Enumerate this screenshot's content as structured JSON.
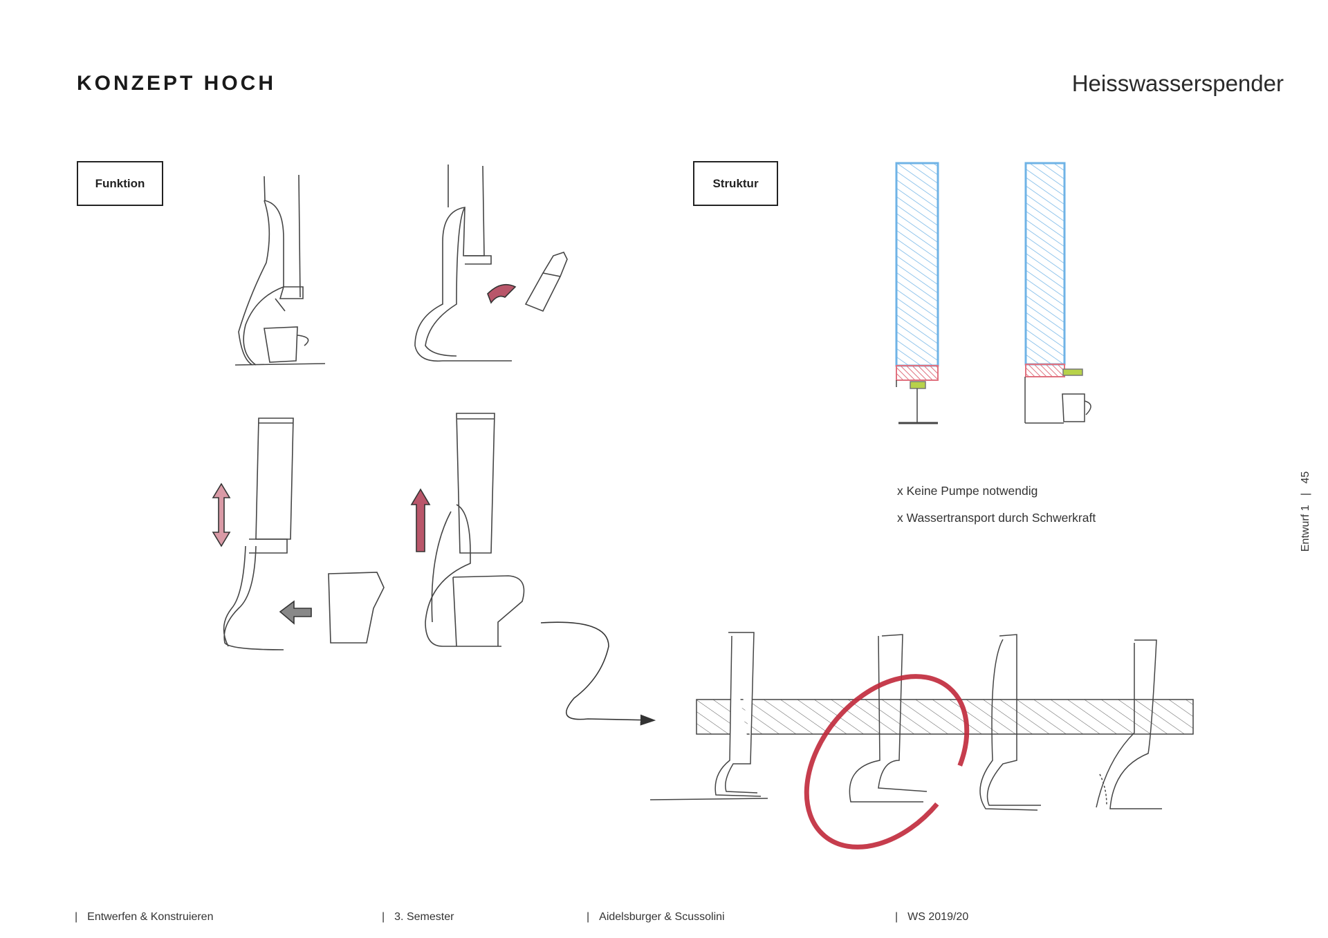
{
  "header": {
    "title": "KONZEPT HOCH",
    "subtitle": "Heisswasserspender"
  },
  "sections": {
    "funktion_label": "Funktion",
    "struktur_label": "Struktur"
  },
  "notes": [
    "x Keine Pumpe notwendig",
    "x Wassertransport durch Schwerkraft"
  ],
  "side": {
    "chapter": "Entwurf 1",
    "separator": "|",
    "page": "45"
  },
  "footer": [
    {
      "sep": "|",
      "text": "Entwerfen & Konstruieren"
    },
    {
      "sep": "|",
      "text": "3. Semester"
    },
    {
      "sep": "|",
      "text": "Aidelsburger &  Scussolini"
    },
    {
      "sep": "|",
      "text": "WS 2019/20"
    }
  ],
  "colors": {
    "water": "#6fb3e6",
    "heater": "#e0707e",
    "spout": "#b7d24a",
    "highlight": "#c0283a",
    "pencil": "#444444"
  }
}
